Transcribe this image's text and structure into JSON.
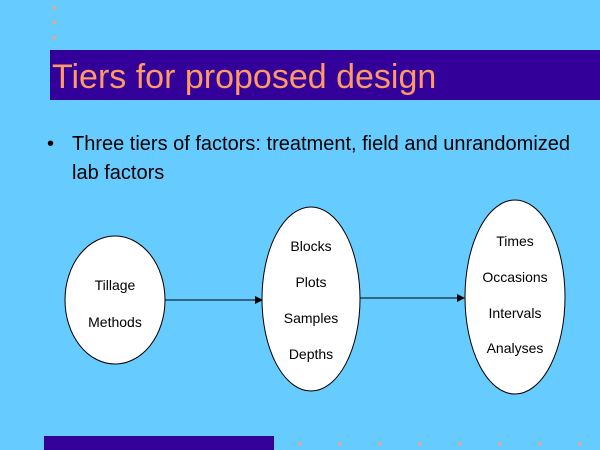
{
  "slide": {
    "title": "Tiers for proposed design",
    "bullet": "Three tiers of factors:  treatment, field and unrandomized lab factors"
  },
  "diagram": {
    "tiers": [
      {
        "items": [
          "Tillage",
          "Methods"
        ]
      },
      {
        "items": [
          "Blocks",
          "Plots",
          "Samples",
          "Depths"
        ]
      },
      {
        "items": [
          "Times",
          "Occasions",
          "Intervals",
          "Analyses"
        ]
      }
    ]
  },
  "colors": {
    "background": "#66ccff",
    "title_bar": "#330099",
    "title_text": "#ff9966",
    "decor_dots": "#f5a37a"
  }
}
